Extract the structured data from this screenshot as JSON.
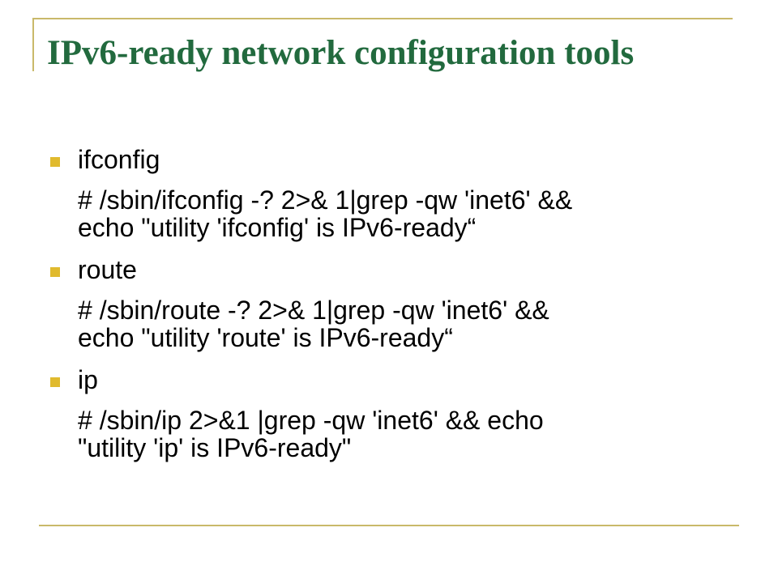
{
  "slide": {
    "title": "IPv6-ready network configuration tools",
    "colors": {
      "title": "#226a3e",
      "bullet": "#e0ba2e",
      "frame": "#c9b96a"
    },
    "items": [
      {
        "label": "ifconfig",
        "command_lines": [
          "# /sbin/ifconfig -? 2>& 1|grep -qw 'inet6' &&",
          "echo \"utility 'ifconfig' is IPv6-ready“"
        ]
      },
      {
        "label": "route",
        "command_lines": [
          "# /sbin/route -? 2>& 1|grep -qw 'inet6' &&",
          "echo \"utility 'route' is IPv6-ready“"
        ]
      },
      {
        "label": "ip",
        "command_lines": [
          "# /sbin/ip 2>&1 |grep -qw 'inet6' && echo",
          "\"utility 'ip' is IPv6-ready\""
        ]
      }
    ]
  }
}
